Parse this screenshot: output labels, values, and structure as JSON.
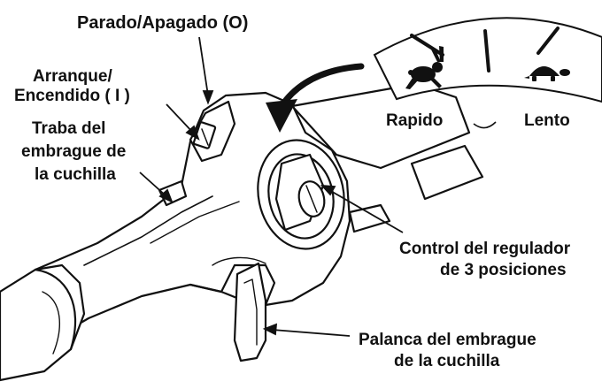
{
  "labels": {
    "stop_off": "Parado/Apagado (O)",
    "start_on_line1": "Arranque/",
    "start_on_line2": "Encendido ( I )",
    "blade_lock_line1": "Traba del",
    "blade_lock_line2": "embrague de",
    "blade_lock_line3": "la cuchilla",
    "throttle_line1": "Control del regulador",
    "throttle_line2": "de 3 posiciones",
    "lever_line1": "Palanca del embrague",
    "lever_line2": "de la cuchilla"
  },
  "inset": {
    "fast_label": "Rapido",
    "slow_label": "Lento",
    "fast_icon": "rabbit-icon",
    "slow_icon": "turtle-icon"
  },
  "colors": {
    "ink": "#111111",
    "paper": "#ffffff"
  }
}
